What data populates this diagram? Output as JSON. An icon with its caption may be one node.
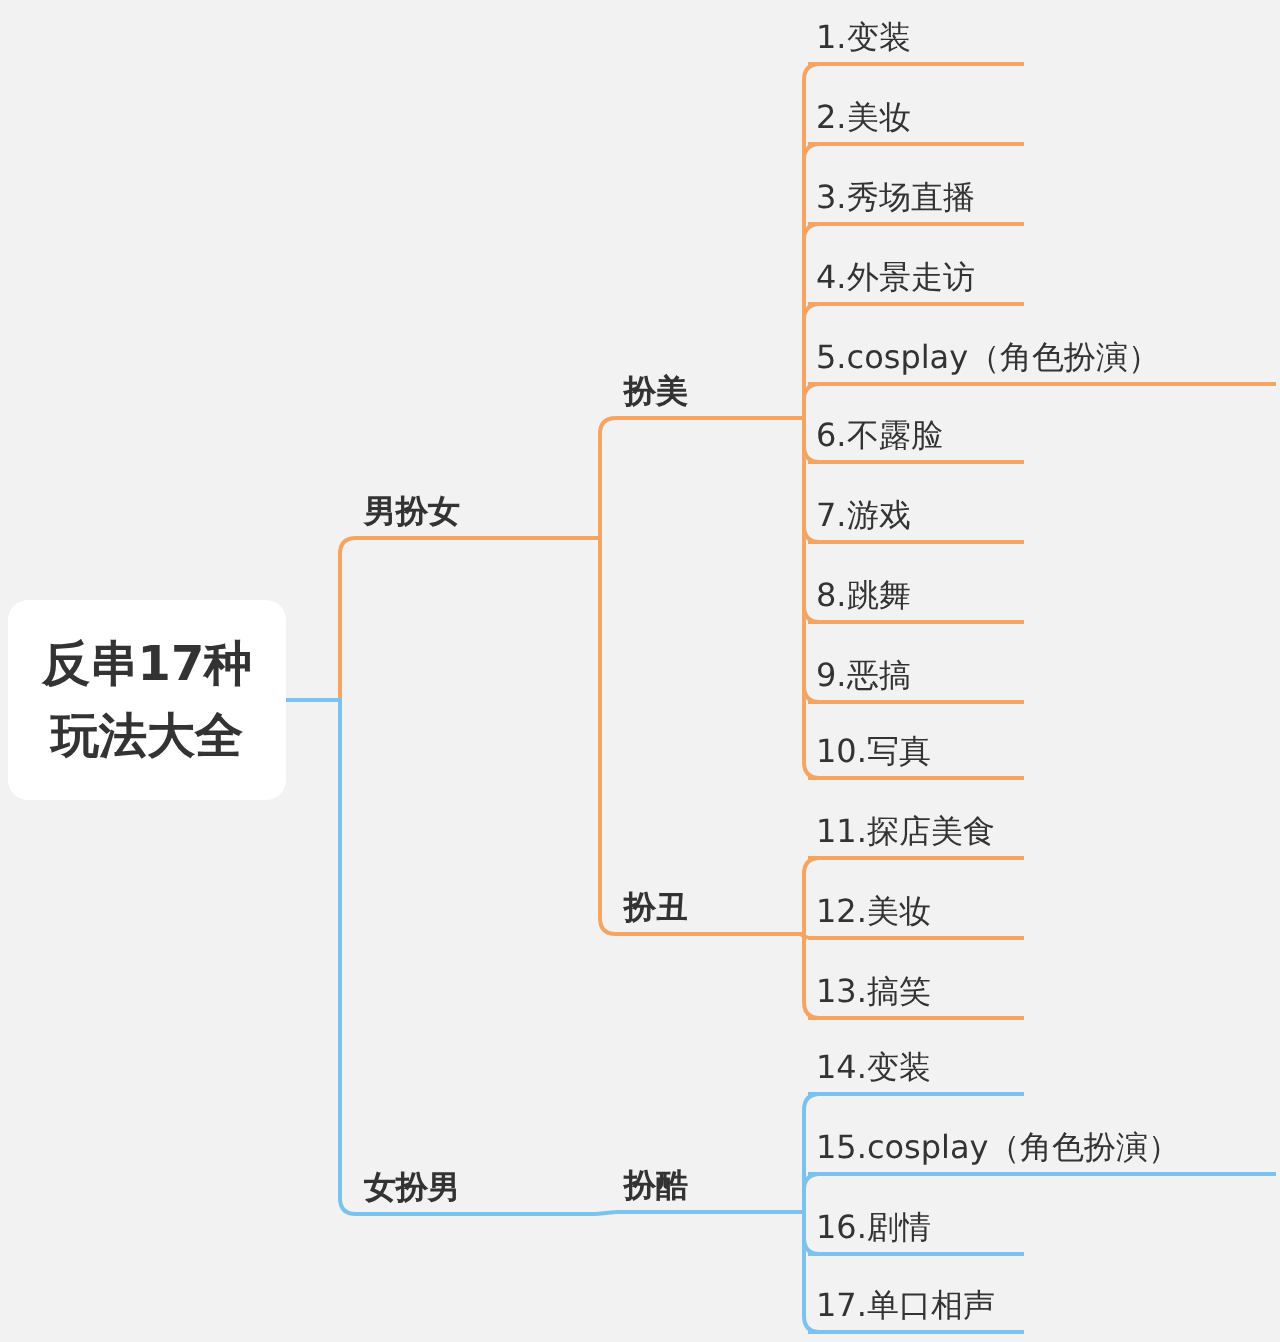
{
  "diagram": {
    "nodes": [
      {
        "text": [
          "反串17种玩法大全"
        ]
      },
      {
        "text": [
          "男扮女"
        ]
      },
      {
        "text": [
          "扮美"
        ]
      },
      {
        "text": [
          "1.变装"
        ]
      },
      {
        "text": [
          "2.美妆"
        ]
      },
      {
        "text": [
          "3.秀场直播"
        ]
      },
      {
        "text": [
          "4.外景走访"
        ]
      },
      {
        "text": [
          "5.cosplay（角色扮演）"
        ]
      },
      {
        "text": [
          "6.不露脸"
        ]
      },
      {
        "text": [
          "7.游戏"
        ]
      },
      {
        "text": [
          "8.跳舞"
        ]
      },
      {
        "text": [
          "9.恶搞"
        ]
      },
      {
        "text": [
          "10.写真"
        ]
      },
      {
        "text": [
          "扮丑"
        ]
      },
      {
        "text": [
          "11.探店美食"
        ]
      },
      {
        "text": [
          "12.美妆"
        ]
      },
      {
        "text": [
          "13.搞笑"
        ]
      },
      {
        "text": [
          "女扮男"
        ]
      },
      {
        "text": [
          "扮酷"
        ]
      },
      {
        "text": [
          "14.变装"
        ]
      },
      {
        "text": [
          "15.cosplay（角色扮演）"
        ]
      },
      {
        "text": [
          "16.剧情"
        ]
      },
      {
        "text": [
          "17.单口相声"
        ]
      }
    ],
    "edges": [
      {
        "from": 0,
        "to": 1,
        "arrow": "none"
      },
      {
        "from": 1,
        "to": 2,
        "arrow": "none"
      },
      {
        "from": 2,
        "to": 3,
        "arrow": "none"
      },
      {
        "from": 2,
        "to": 4,
        "arrow": "none"
      },
      {
        "from": 2,
        "to": 5,
        "arrow": "none"
      },
      {
        "from": 2,
        "to": 6,
        "arrow": "none"
      },
      {
        "from": 2,
        "to": 7,
        "arrow": "none"
      },
      {
        "from": 2,
        "to": 8,
        "arrow": "none"
      },
      {
        "from": 2,
        "to": 9,
        "arrow": "none"
      },
      {
        "from": 2,
        "to": 10,
        "arrow": "none"
      },
      {
        "from": 2,
        "to": 11,
        "arrow": "none"
      },
      {
        "from": 2,
        "to": 12,
        "arrow": "none"
      },
      {
        "from": 1,
        "to": 13,
        "arrow": "none"
      },
      {
        "from": 13,
        "to": 14,
        "arrow": "none"
      },
      {
        "from": 13,
        "to": 15,
        "arrow": "none"
      },
      {
        "from": 13,
        "to": 16,
        "arrow": "none"
      },
      {
        "from": 0,
        "to": 17,
        "arrow": "none",
        "color": "#7cc2ee"
      },
      {
        "from": 17,
        "to": 18,
        "arrow": "none",
        "color": "#7cc2ee"
      },
      {
        "from": 18,
        "to": 19,
        "arrow": "none",
        "color": "#7cc2ee"
      },
      {
        "from": 18,
        "to": 20,
        "arrow": "none",
        "color": "#7cc2ee"
      },
      {
        "from": 18,
        "to": 21,
        "arrow": "none",
        "color": "#7cc2ee"
      },
      {
        "from": 18,
        "to": 22,
        "arrow": "none",
        "color": "#7cc2ee"
      }
    ]
  }
}
